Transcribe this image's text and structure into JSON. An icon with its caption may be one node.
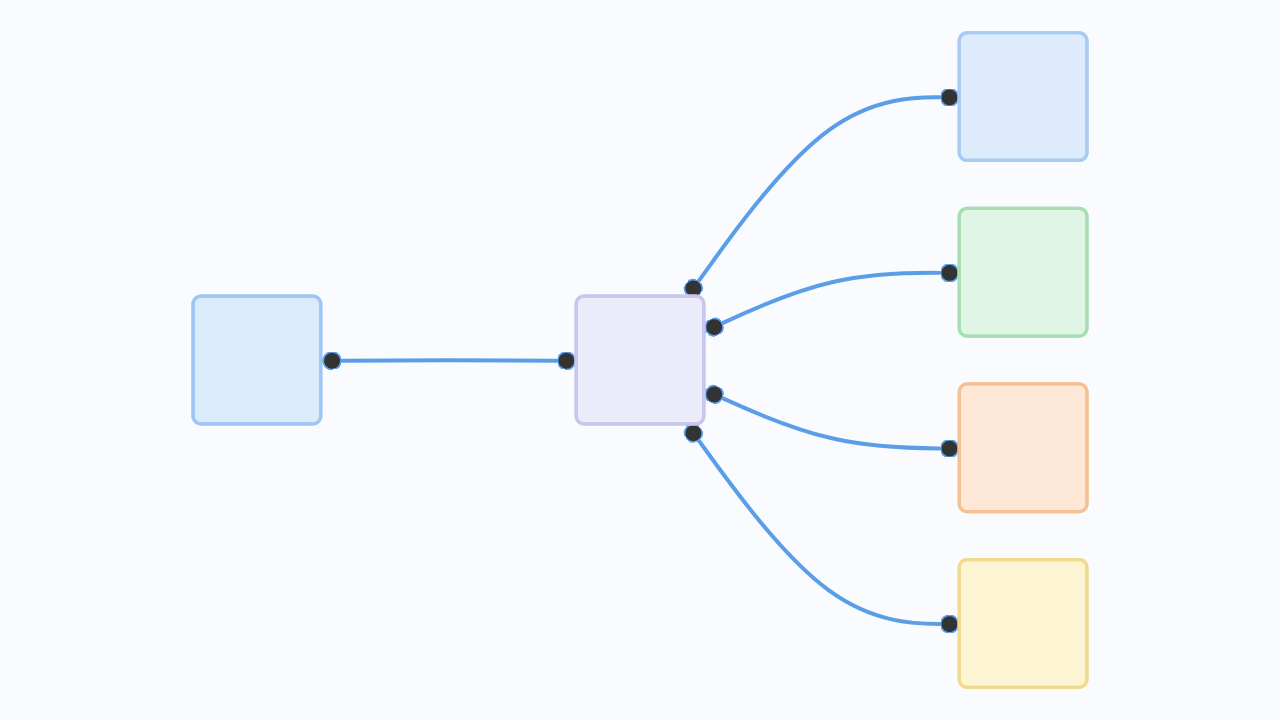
{
  "diagram": {
    "nodes": [
      {
        "text": [],
        "shape": "box"
      },
      {
        "text": [],
        "shape": "box"
      },
      {
        "text": [],
        "shape": "box"
      },
      {
        "text": [],
        "shape": "box"
      },
      {
        "text": [],
        "shape": "box"
      },
      {
        "text": [],
        "shape": "box"
      }
    ],
    "edges": [
      {
        "from": 0,
        "to": 1,
        "arrow": "other"
      },
      {
        "from": 1,
        "to": 2,
        "arrow": "other"
      },
      {
        "from": 1,
        "to": 3,
        "arrow": "other"
      },
      {
        "from": 1,
        "to": 4,
        "arrow": "other"
      },
      {
        "from": 1,
        "to": 5,
        "arrow": "other"
      }
    ]
  }
}
